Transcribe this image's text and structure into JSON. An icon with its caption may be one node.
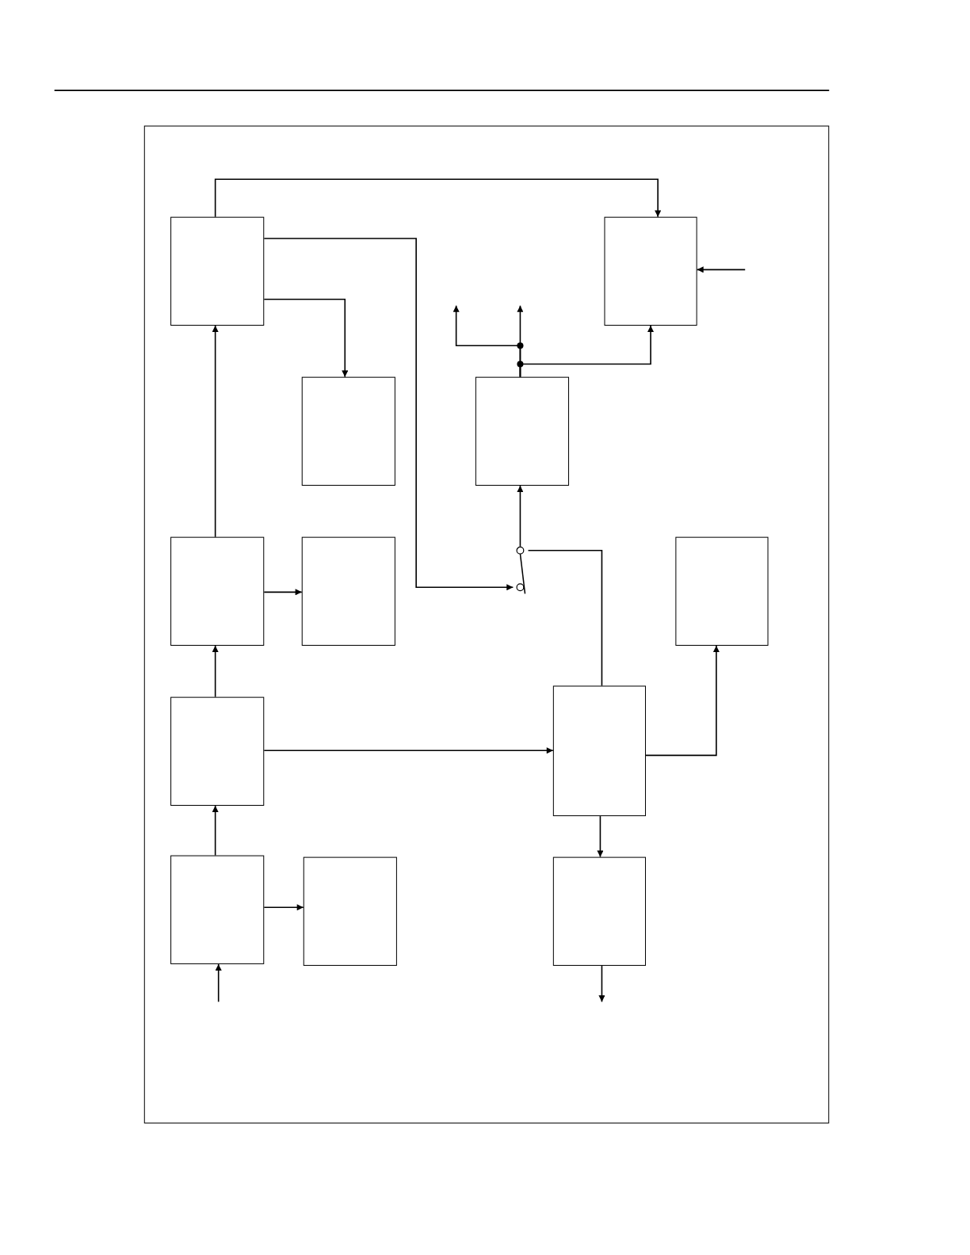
{
  "diagram": {
    "nodes": [
      {
        "text": [],
        "shape": "box"
      },
      {
        "text": [],
        "shape": "box",
        "in": 0
      },
      {
        "text": [],
        "shape": "box",
        "in": 0
      },
      {
        "text": [],
        "shape": "box",
        "in": 0
      },
      {
        "text": [],
        "shape": "box",
        "in": 0
      },
      {
        "text": [],
        "shape": "box",
        "in": 0
      },
      {
        "text": [],
        "shape": "box",
        "in": 0
      },
      {
        "text": [],
        "shape": "switch",
        "in": 0
      },
      {
        "text": [],
        "shape": "box",
        "in": 0
      },
      {
        "text": [],
        "shape": "box",
        "in": 0
      },
      {
        "text": [],
        "shape": "box",
        "in": 0
      },
      {
        "text": [],
        "shape": "box",
        "in": 0
      },
      {
        "text": [],
        "shape": "box",
        "in": 0
      },
      {
        "text": [],
        "shape": "box",
        "in": 0
      }
    ],
    "edges": [
      {
        "from": 1,
        "to": 2,
        "arrow": "to"
      },
      {
        "from": 1,
        "to": 3,
        "arrow": "to"
      },
      {
        "from": 1,
        "to": 7,
        "arrow": "to"
      },
      {
        "from": null,
        "to": 2,
        "arrow": "to"
      },
      {
        "from": 4,
        "to": null,
        "arrow": "to"
      },
      {
        "from": 4,
        "to": null,
        "arrow": "to"
      },
      {
        "from": 4,
        "to": 2,
        "arrow": "to"
      },
      {
        "from": 7,
        "to": 4,
        "arrow": "to"
      },
      {
        "from": 10,
        "to": 7,
        "arrow": "none"
      },
      {
        "from": 5,
        "to": 1,
        "arrow": "to"
      },
      {
        "from": 5,
        "to": 6,
        "arrow": "to"
      },
      {
        "from": 9,
        "to": 5,
        "arrow": "to"
      },
      {
        "from": 9,
        "to": 10,
        "arrow": "to"
      },
      {
        "from": 10,
        "to": 8,
        "arrow": "to"
      },
      {
        "from": 10,
        "to": 13,
        "arrow": "to"
      },
      {
        "from": 11,
        "to": 9,
        "arrow": "to"
      },
      {
        "from": 11,
        "to": 12,
        "arrow": "to"
      },
      {
        "from": null,
        "to": 11,
        "arrow": "to"
      },
      {
        "from": 13,
        "to": null,
        "arrow": "to"
      }
    ]
  }
}
